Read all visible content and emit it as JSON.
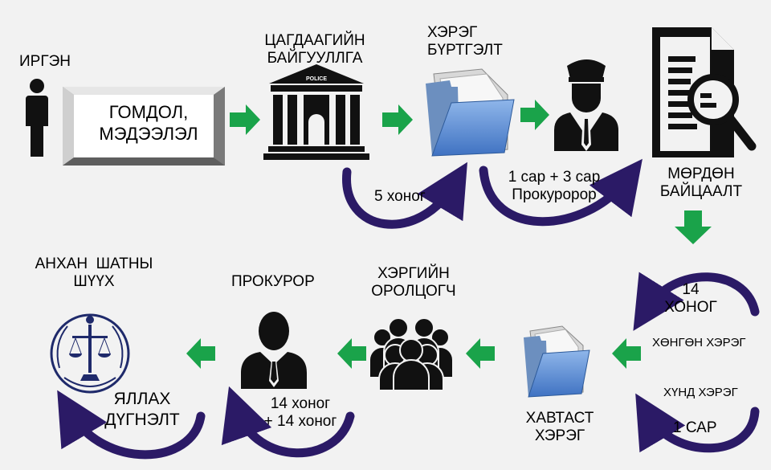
{
  "nodes": {
    "citizen": "ИРГЭН",
    "complaint_line1": "ГОМДОЛ,",
    "complaint_line2": "МЭДЭЭЛЭЛ",
    "police_line1": "ЦАГДААГИЙН",
    "police_line2": "БАЙГУУЛЛГА",
    "police_sign": "POLICE",
    "registration_line1": "ХЭРЭГ",
    "registration_line2": "БҮРТГЭЛТ",
    "investigation_line1": "МӨРДӨН",
    "investigation_line2": "БАЙЦААЛТ",
    "case_file_line1": "ХАВТАСТ",
    "case_file_line2": "ХЭРЭГ",
    "participant_line1": "ХЭРГИЙН",
    "participant_line2": "ОРОЛЦОГЧ",
    "prosecutor": "ПРОКУРОР",
    "court_line1": "АНХАН  ШАТНЫ",
    "court_line2": "ШҮҮХ",
    "trial_line1": "ЯЛЛАХ",
    "trial_line2": "ДҮГНЭЛТ"
  },
  "durations": {
    "police_to_registration": "5 хоног",
    "registration_line1": "1 сар + 3 сар",
    "registration_line2": "Прокуророр",
    "light_case_days": "14",
    "light_case_unit": "ХОНОГ",
    "light_case_label": "ХӨНГӨН ХЭРЭГ",
    "serious_case_label": "ХҮНД ХЭРЭГ",
    "serious_case_duration": "1 САР",
    "prosecutor_line1": "14 хоног",
    "prosecutor_line2": "+ 14 хоног"
  },
  "colors": {
    "green_arrow": "#1aa34a",
    "curved_arrow": "#2b1a66",
    "icon": "#111111",
    "folder_blue": "#5b8fd6"
  }
}
